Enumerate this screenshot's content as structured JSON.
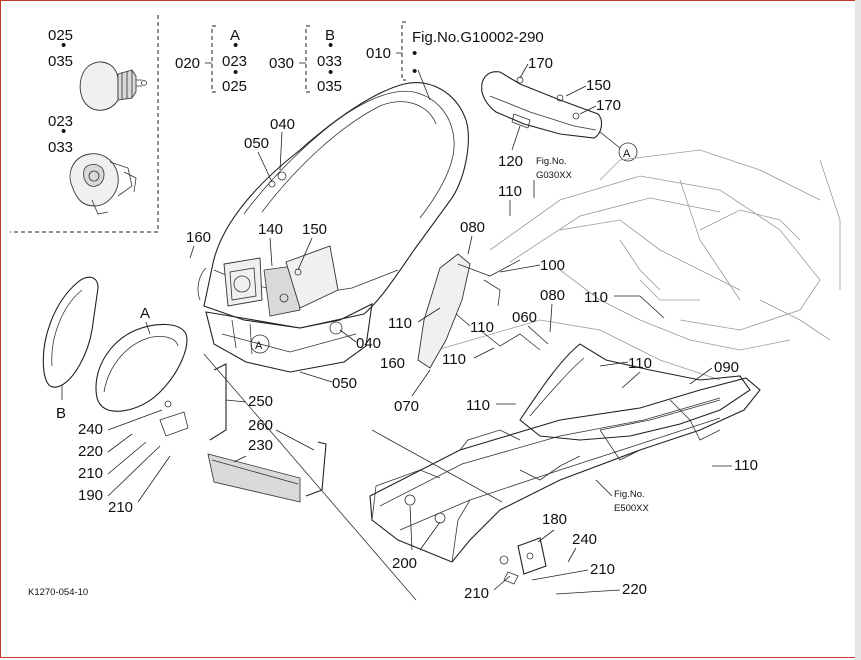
{
  "figure": {
    "fig_number": "Fig.No.G10002-290",
    "code": "K1270-054-10",
    "ref_g030": [
      "Fig.No.",
      "G030XX"
    ],
    "ref_e500": [
      "Fig.No.",
      "E500XX"
    ]
  },
  "groups": {
    "group_a": {
      "key": "020",
      "letter": "A",
      "items": [
        "023",
        "025"
      ]
    },
    "group_b": {
      "key": "030",
      "letter": "B",
      "items": [
        "033",
        "035"
      ]
    },
    "group_010": {
      "key": "010"
    }
  },
  "inset": {
    "bulb_parts": [
      "025",
      "035"
    ],
    "socket_parts": [
      "023",
      "033"
    ]
  },
  "markers": {
    "a": "A",
    "b": "B"
  },
  "callouts": {
    "c040a": "040",
    "c050a": "050",
    "c160a": "160",
    "c140": "140",
    "c150a": "150",
    "c040b": "040",
    "c160b": "160",
    "c050b": "050",
    "c170a": "170",
    "c150b": "150",
    "c170b": "170",
    "c120": "120",
    "c110a": "110",
    "c080a": "080",
    "c100": "100",
    "c110b": "110",
    "c110c": "110",
    "c110d": "110",
    "c110e": "110",
    "c070": "070",
    "c060": "060",
    "c080b": "080",
    "c110f": "110",
    "c110g": "110",
    "c090": "090",
    "c110h": "110",
    "c240a": "240",
    "c220a": "220",
    "c210a": "210",
    "c190": "190",
    "c210b": "210",
    "c250": "250",
    "c260": "260",
    "c230": "230",
    "c200": "200",
    "c180": "180",
    "c240b": "240",
    "c210c": "210",
    "c220b": "220",
    "c210d": "210"
  }
}
